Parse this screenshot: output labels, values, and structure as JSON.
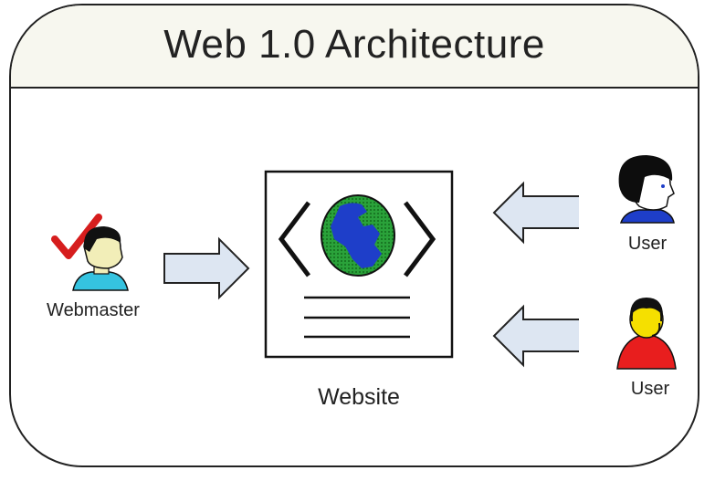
{
  "title": "Web 1.0 Architecture",
  "nodes": {
    "webmaster": {
      "label": "Webmaster"
    },
    "website": {
      "label": "Website"
    },
    "user_top": {
      "label": "User"
    },
    "user_bottom": {
      "label": "User"
    }
  },
  "icons": {
    "checkmark": "checkmark-icon",
    "webmaster": "webmaster-person-icon",
    "globe": "globe-icon",
    "user_top": "user-icon",
    "user_bottom": "user-headset-icon"
  },
  "colors": {
    "arrow_fill": "#dde6f2",
    "checkmark": "#d61d1d",
    "globe_land": "#1e3ec9",
    "globe_ocean": "#2aa23a",
    "user_shirt_red": "#e81e1e",
    "user_hair": "#0d0d0d",
    "skin": "#f2eeb8"
  }
}
